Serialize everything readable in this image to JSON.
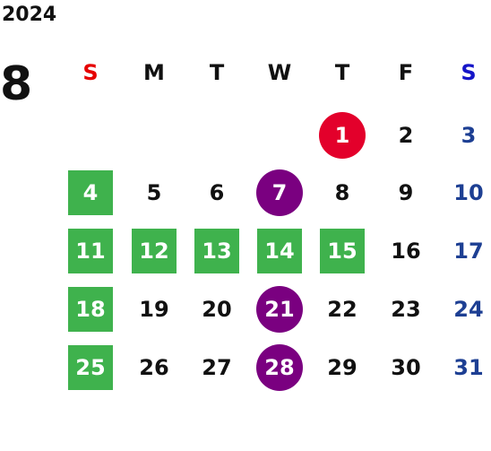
{
  "year": "2024",
  "month": "8",
  "colors": {
    "sunday_header": "#e60000",
    "saturday_header": "#1515c8",
    "saturday_number": "#1d3f93",
    "default_number": "#111111",
    "green_square": "#3fb24d",
    "purple_circle": "#7a0080",
    "red_circle": "#e3002b"
  },
  "weekdays": [
    {
      "label": "S",
      "role": "sunday"
    },
    {
      "label": "M",
      "role": "weekday"
    },
    {
      "label": "T",
      "role": "weekday"
    },
    {
      "label": "W",
      "role": "weekday"
    },
    {
      "label": "T",
      "role": "weekday"
    },
    {
      "label": "F",
      "role": "weekday"
    },
    {
      "label": "S",
      "role": "saturday"
    }
  ],
  "weeks": [
    [
      null,
      null,
      null,
      null,
      {
        "day": "1",
        "mark": "red_circle"
      },
      {
        "day": "2",
        "mark": null
      },
      {
        "day": "3",
        "mark": null
      }
    ],
    [
      {
        "day": "4",
        "mark": "green_square"
      },
      {
        "day": "5",
        "mark": null
      },
      {
        "day": "6",
        "mark": null
      },
      {
        "day": "7",
        "mark": "purple_circle"
      },
      {
        "day": "8",
        "mark": null
      },
      {
        "day": "9",
        "mark": null
      },
      {
        "day": "10",
        "mark": null
      }
    ],
    [
      {
        "day": "11",
        "mark": "green_square"
      },
      {
        "day": "12",
        "mark": "green_square"
      },
      {
        "day": "13",
        "mark": "green_square"
      },
      {
        "day": "14",
        "mark": "green_square"
      },
      {
        "day": "15",
        "mark": "green_square"
      },
      {
        "day": "16",
        "mark": null
      },
      {
        "day": "17",
        "mark": null
      }
    ],
    [
      {
        "day": "18",
        "mark": "green_square"
      },
      {
        "day": "19",
        "mark": null
      },
      {
        "day": "20",
        "mark": null
      },
      {
        "day": "21",
        "mark": "purple_circle"
      },
      {
        "day": "22",
        "mark": null
      },
      {
        "day": "23",
        "mark": null
      },
      {
        "day": "24",
        "mark": null
      }
    ],
    [
      {
        "day": "25",
        "mark": "green_square"
      },
      {
        "day": "26",
        "mark": null
      },
      {
        "day": "27",
        "mark": null
      },
      {
        "day": "28",
        "mark": "purple_circle"
      },
      {
        "day": "29",
        "mark": null
      },
      {
        "day": "30",
        "mark": null
      },
      {
        "day": "31",
        "mark": null
      }
    ]
  ]
}
